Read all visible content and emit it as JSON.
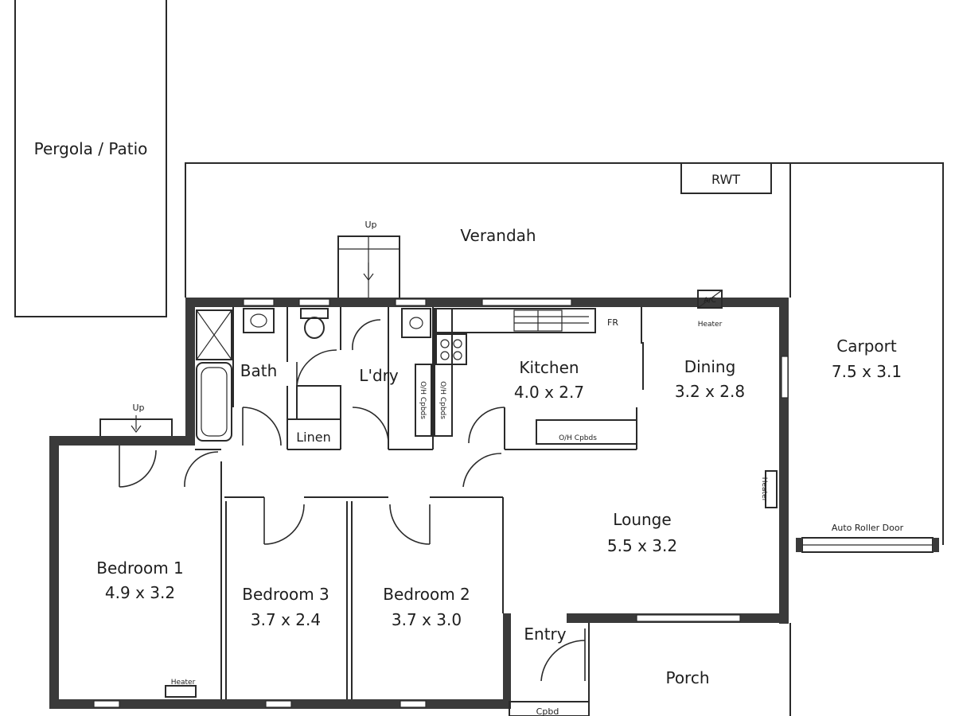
{
  "rooms": {
    "pergola": {
      "name": "Pergola / Patio"
    },
    "verandah": {
      "name": "Verandah"
    },
    "rwt": {
      "name": "RWT"
    },
    "carport": {
      "name": "Carport",
      "size": "7.5 x 3.1"
    },
    "bath": {
      "name": "Bath"
    },
    "laundry": {
      "name": "L'dry"
    },
    "linen": {
      "name": "Linen"
    },
    "kitchen": {
      "name": "Kitchen",
      "size": "4.0 x 2.7"
    },
    "dining": {
      "name": "Dining",
      "size": "3.2 x 2.8"
    },
    "lounge": {
      "name": "Lounge",
      "size": "5.5 x 3.2"
    },
    "bedroom1": {
      "name": "Bedroom 1",
      "size": "4.9 x 3.2"
    },
    "bedroom3": {
      "name": "Bedroom 3",
      "size": "3.7 x 2.4"
    },
    "bedroom2": {
      "name": "Bedroom 2",
      "size": "3.7 x 3.0"
    },
    "entry": {
      "name": "Entry"
    },
    "porch": {
      "name": "Porch"
    }
  },
  "annotations": {
    "up_verandah": "Up",
    "up_bedroom": "Up",
    "fr": "FR",
    "ac": "A/C",
    "heater_dining": "Heater",
    "heater_lounge": "Heater",
    "heater_bedroom": "Heater",
    "auto_roller_door": "Auto Roller Door",
    "oh_cpbds_laundry": "O/H Cpbds",
    "oh_cpbds_kitchen_v": "O/H Cpbds",
    "oh_cpbds_kitchen_h": "O/H Cpbds",
    "cpbd": "Cpbd"
  }
}
